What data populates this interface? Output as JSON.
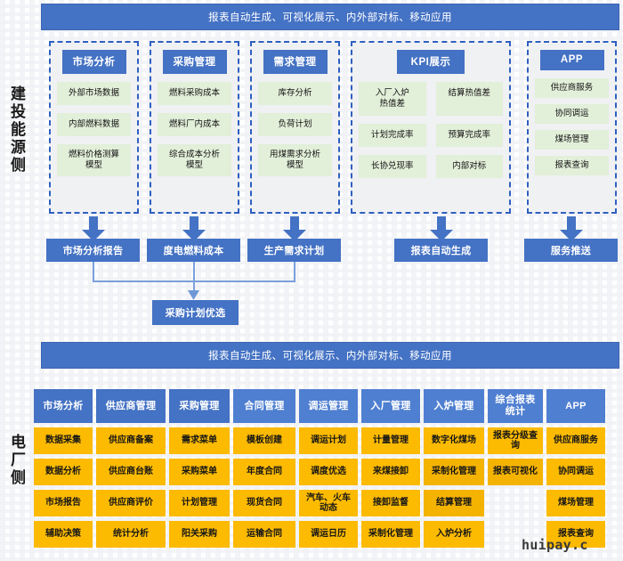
{
  "banners": {
    "top": "报表自动生成、可视化展示、内外部对标、移动应用",
    "middle": "报表自动生成、可视化展示、内外部对标、移动应用"
  },
  "side_labels": {
    "top": "建投能源侧",
    "bottom": "电厂侧"
  },
  "colors": {
    "primary_blue": "#4472c4",
    "chip_green": "#e2efd9",
    "cell_yellow": "#fcba00",
    "group_bg": "#f0f1f3",
    "dashed_border": "#2f5fc0"
  },
  "groups": [
    {
      "title": "市场分析",
      "items": [
        "外部市场数据",
        "内部燃料数据",
        "燃料价格测算\n模型"
      ]
    },
    {
      "title": "采购管理",
      "items": [
        "燃料采购成本",
        "燃料厂内成本",
        "综合成本分析\n模型"
      ]
    },
    {
      "title": "需求管理",
      "items": [
        "库存分析",
        "负荷计划",
        "用煤需求分析\n模型"
      ]
    },
    {
      "title": "KPI展示",
      "items": [
        "入厂入炉\n热值差",
        "结算热值差",
        "计划完成率",
        "预算完成率",
        "长协兑现率",
        "内部对标"
      ]
    },
    {
      "title": "APP",
      "items": [
        "供应商服务",
        "协同调运",
        "煤场管理",
        "报表查询"
      ]
    }
  ],
  "outcomes": [
    "市场分析报告",
    "度电燃料成本",
    "生产需求计划",
    "报表自动生成",
    "服务推送"
  ],
  "merged_outcome": "采购计划优选",
  "matrix": {
    "columns": [
      {
        "header": "市场分析",
        "cells": [
          "数据采集",
          "数据分析",
          "市场报告",
          "辅助决策"
        ]
      },
      {
        "header": "供应商管理",
        "cells": [
          "供应商备案",
          "供应商台账",
          "供应商评价",
          "统计分析"
        ]
      },
      {
        "header": "采购管理",
        "cells": [
          "需求菜单",
          "采购菜单",
          "计划管理",
          "阳关采购"
        ]
      },
      {
        "header": "合同管理",
        "cells": [
          "模板创建",
          "年度合同",
          "现货合同",
          "运输合同"
        ]
      },
      {
        "header": "调运管理",
        "cells": [
          "调运计划",
          "调度优选",
          "汽车、火车\n动态",
          "调运日历"
        ]
      },
      {
        "header": "入厂管理",
        "cells": [
          "计量管理",
          "来煤接卸",
          "接卸监督",
          "采制化管理"
        ]
      },
      {
        "header": "入炉管理",
        "cells": [
          "数字化煤场",
          "采制化管理",
          "结算管理",
          "入炉分析"
        ]
      },
      {
        "header": "综合报表\n统计",
        "cells": [
          "报表分级查\n询",
          "报表可视化",
          "",
          ""
        ]
      },
      {
        "header": "APP",
        "cells": [
          "供应商服务",
          "协同调运",
          "煤场管理",
          "报表查询"
        ]
      }
    ]
  },
  "watermark": "huipay.c"
}
